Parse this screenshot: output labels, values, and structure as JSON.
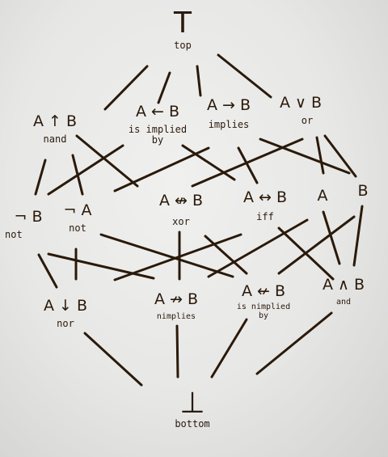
{
  "colors": {
    "ink": "#2a1a0a",
    "paper": "#ececeb"
  },
  "nodes": {
    "top": {
      "symbol": "T",
      "caption": "top"
    },
    "nand": {
      "symbol": "A ↑ B",
      "caption": "nand"
    },
    "converse": {
      "symbol": "A ← B",
      "caption_1": "is implied",
      "caption_2": "by"
    },
    "implies": {
      "symbol": "A → B",
      "caption": "implies"
    },
    "or": {
      "symbol": "A ∨ B",
      "caption": "or"
    },
    "not_b": {
      "symbol": "¬ B",
      "caption": "not"
    },
    "not_a": {
      "symbol": "¬ A",
      "caption": "not"
    },
    "xor": {
      "symbol": "A ↮ B",
      "caption": "xor"
    },
    "iff": {
      "symbol": "A ↔ B",
      "caption": "iff"
    },
    "a": {
      "symbol": "A"
    },
    "b": {
      "symbol": "B"
    },
    "nor": {
      "symbol": "A ↓ B",
      "caption": "nor"
    },
    "nimplies": {
      "symbol": "A ↛ B",
      "caption": "nimplies"
    },
    "nconverse": {
      "symbol": "A ↚ B",
      "caption_1": "is nimplied",
      "caption_2": "by"
    },
    "and": {
      "symbol": "A ∧ B",
      "caption": "and"
    },
    "bottom": {
      "symbol": "⊥",
      "caption": "bottom"
    }
  }
}
